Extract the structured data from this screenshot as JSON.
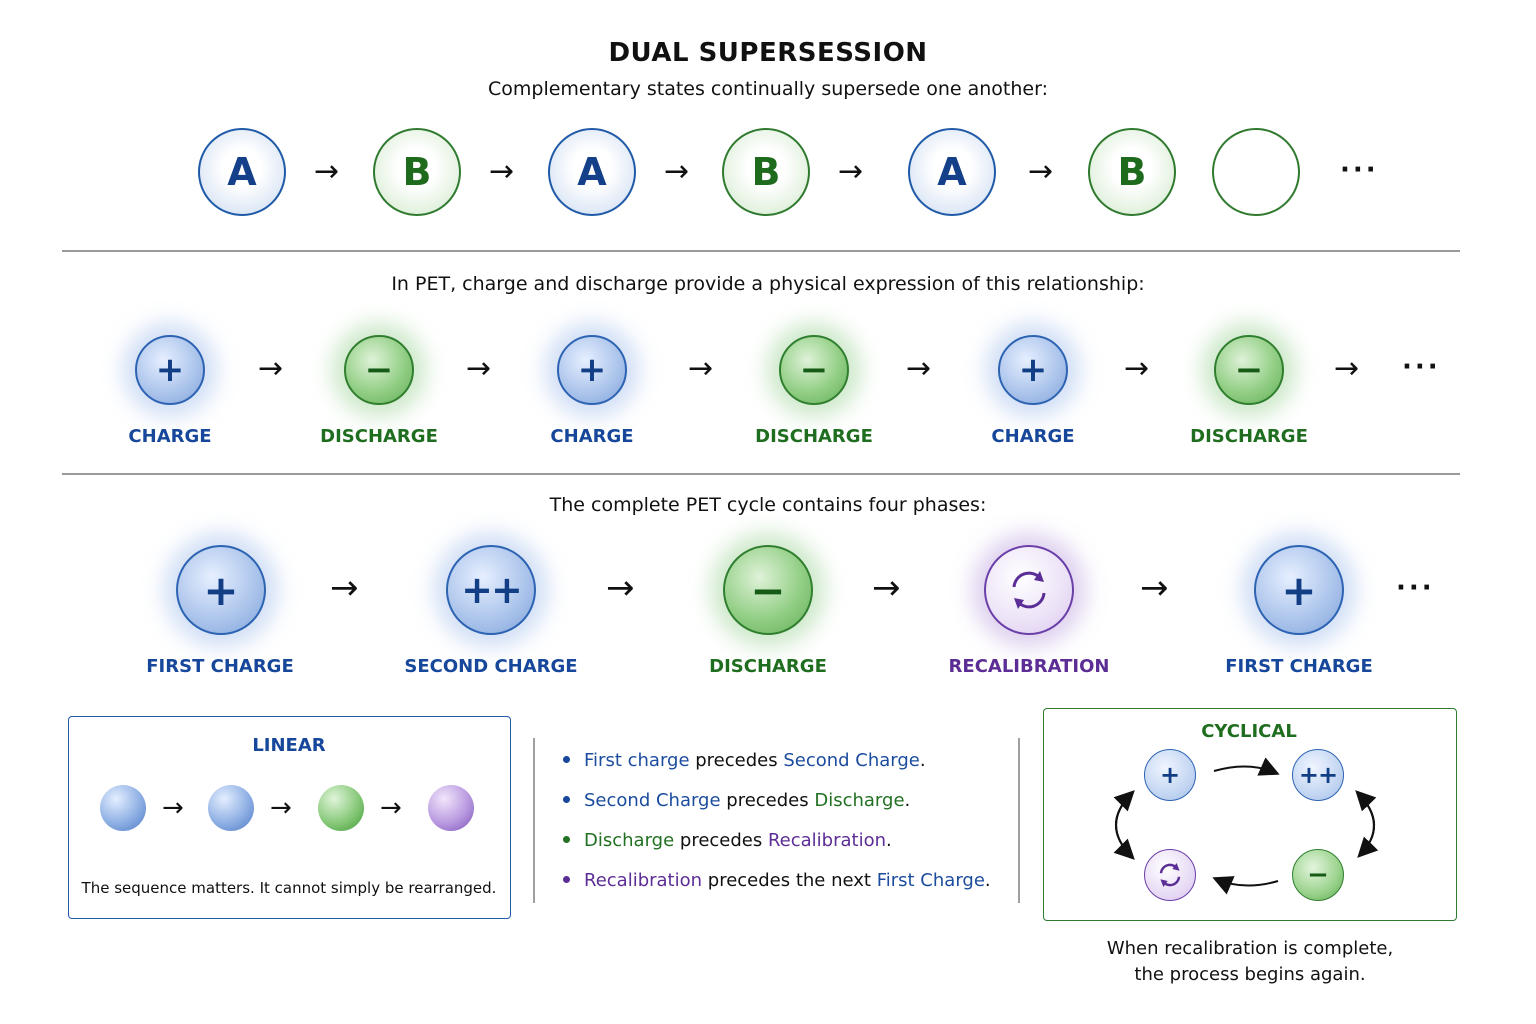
{
  "header": {
    "title": "DUAL SUPERSESSION",
    "subtitle": "Complementary states continually supersede one another:"
  },
  "row1": {
    "items": [
      {
        "letter": "A",
        "kind": "A"
      },
      {
        "letter": "B",
        "kind": "B"
      },
      {
        "letter": "A",
        "kind": "A"
      },
      {
        "letter": "B",
        "kind": "B"
      },
      {
        "letter": "A",
        "kind": "A"
      },
      {
        "letter": "B",
        "kind": "B"
      },
      {
        "letter": "",
        "kind": "empty"
      }
    ],
    "arrow": "→",
    "ellipsis": "···"
  },
  "section2": {
    "heading": "In PET, charge and discharge provide a physical expression of this relationship:",
    "items": [
      {
        "symbol": "+",
        "label": "CHARGE",
        "color": "blue"
      },
      {
        "symbol": "−",
        "label": "DISCHARGE",
        "color": "green"
      },
      {
        "symbol": "+",
        "label": "CHARGE",
        "color": "blue"
      },
      {
        "symbol": "−",
        "label": "DISCHARGE",
        "color": "green"
      },
      {
        "symbol": "+",
        "label": "CHARGE",
        "color": "blue"
      },
      {
        "symbol": "−",
        "label": "DISCHARGE",
        "color": "green"
      }
    ],
    "arrow": "→",
    "ellipsis": "···"
  },
  "section3": {
    "heading": "The complete PET cycle contains four phases:",
    "items": [
      {
        "symbol": "+",
        "label": "FIRST CHARGE",
        "color": "blue",
        "icon": "plus-icon"
      },
      {
        "symbol": "++",
        "label": "SECOND CHARGE",
        "color": "blue",
        "icon": "double-plus-icon"
      },
      {
        "symbol": "−",
        "label": "DISCHARGE",
        "color": "green",
        "icon": "minus-icon"
      },
      {
        "symbol": "",
        "label": "RECALIBRATION",
        "color": "purple",
        "icon": "cycle-arrows-icon"
      },
      {
        "symbol": "+",
        "label": "FIRST CHARGE",
        "color": "blue",
        "icon": "plus-icon"
      }
    ],
    "arrow": "→",
    "ellipsis": "···"
  },
  "linear_box": {
    "title": "LINEAR",
    "balls": [
      "blue",
      "blue",
      "green",
      "purple"
    ],
    "arrow": "→",
    "note": "The sequence matters. It cannot simply be rearranged."
  },
  "bullets": [
    {
      "parts": [
        {
          "text": "First charge",
          "color": "blue"
        },
        {
          "text": " precedes ",
          "color": "black"
        },
        {
          "text": "Second Charge",
          "color": "blue"
        },
        {
          "text": ".",
          "color": "black"
        }
      ]
    },
    {
      "parts": [
        {
          "text": "Second Charge",
          "color": "blue"
        },
        {
          "text": " precedes ",
          "color": "black"
        },
        {
          "text": "Discharge",
          "color": "green"
        },
        {
          "text": ".",
          "color": "black"
        }
      ]
    },
    {
      "parts": [
        {
          "text": "Discharge",
          "color": "green"
        },
        {
          "text": " precedes ",
          "color": "black"
        },
        {
          "text": "Recalibration",
          "color": "purple"
        },
        {
          "text": ".",
          "color": "black"
        }
      ]
    },
    {
      "parts": [
        {
          "text": "Recalibration",
          "color": "purple"
        },
        {
          "text": " precedes the next ",
          "color": "black"
        },
        {
          "text": "First Charge",
          "color": "blue"
        },
        {
          "text": ".",
          "color": "black"
        }
      ]
    }
  ],
  "cyclical_box": {
    "title": "CYCLICAL",
    "nodes": [
      {
        "symbol": "+",
        "color": "blue"
      },
      {
        "symbol": "++",
        "color": "blue"
      },
      {
        "symbol": "−",
        "color": "green"
      },
      {
        "symbol": "",
        "color": "purple"
      }
    ],
    "caption_line1": "When recalibration is complete,",
    "caption_line2": "the process begins again."
  },
  "colors": {
    "blue": "#16479a",
    "green": "#1f6e1f",
    "purple": "#5c2e95",
    "black": "#111111"
  }
}
